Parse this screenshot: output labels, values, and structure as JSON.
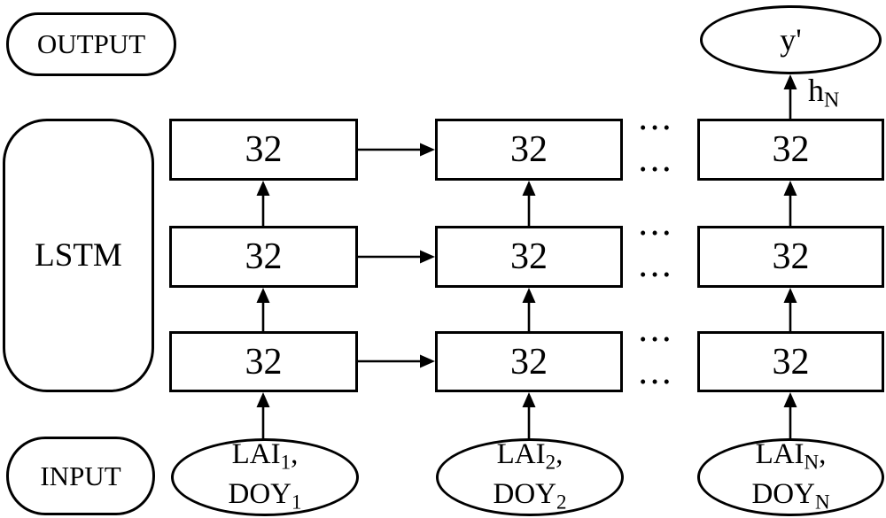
{
  "stages": {
    "output_label": "OUTPUT",
    "lstm_label": "LSTM",
    "input_label": "INPUT"
  },
  "grid": {
    "rows": 3,
    "columns": 3,
    "cell_labels": [
      [
        "32",
        "32",
        "32"
      ],
      [
        "32",
        "32",
        "32"
      ],
      [
        "32",
        "32",
        "32"
      ]
    ]
  },
  "prediction_node": {
    "label": "y'"
  },
  "hidden_state_label": {
    "base": "h",
    "sub": "N"
  },
  "input_nodes": [
    {
      "line1_base": "LAI",
      "line1_sub": "1",
      "line1_suffix": ",",
      "line2_base": "DOY",
      "line2_sub": "1"
    },
    {
      "line1_base": "LAI",
      "line1_sub": "2",
      "line1_suffix": ",",
      "line2_base": "DOY",
      "line2_sub": "2"
    },
    {
      "line1_base": "LAI",
      "line1_sub": "N",
      "line1_suffix": ",",
      "line2_base": "DOY",
      "line2_sub": "N"
    }
  ],
  "ellipsis": "•••",
  "colors": {
    "stroke": "#000000",
    "background": "#ffffff"
  }
}
